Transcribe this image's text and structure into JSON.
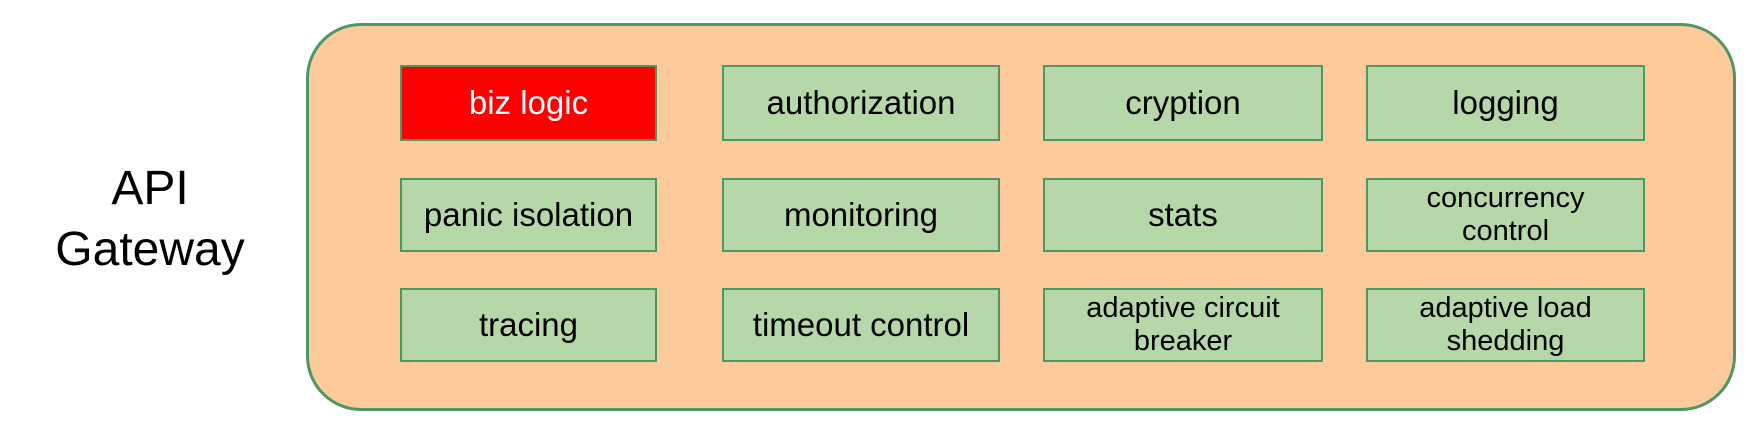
{
  "gateway": {
    "title": "API\nGateway"
  },
  "colors": {
    "page_bg": "#ffffff",
    "container_fill": "#fdca9b",
    "container_border": "#4d9765",
    "box_fill": "#b6d7a8",
    "box_border": "#4d9765",
    "highlight_fill": "#ff0000",
    "highlight_text": "#ffffff",
    "text": "#000000"
  },
  "boxes": [
    {
      "label": "biz logic",
      "highlighted": true
    },
    {
      "label": "authorization",
      "highlighted": false
    },
    {
      "label": "cryption",
      "highlighted": false
    },
    {
      "label": "logging",
      "highlighted": false
    },
    {
      "label": "panic isolation",
      "highlighted": false
    },
    {
      "label": "monitoring",
      "highlighted": false
    },
    {
      "label": "stats",
      "highlighted": false
    },
    {
      "label": "concurrency\ncontrol",
      "highlighted": false
    },
    {
      "label": "tracing",
      "highlighted": false
    },
    {
      "label": "timeout control",
      "highlighted": false
    },
    {
      "label": "adaptive circuit\nbreaker",
      "highlighted": false
    },
    {
      "label": "adaptive load\nshedding",
      "highlighted": false
    }
  ]
}
